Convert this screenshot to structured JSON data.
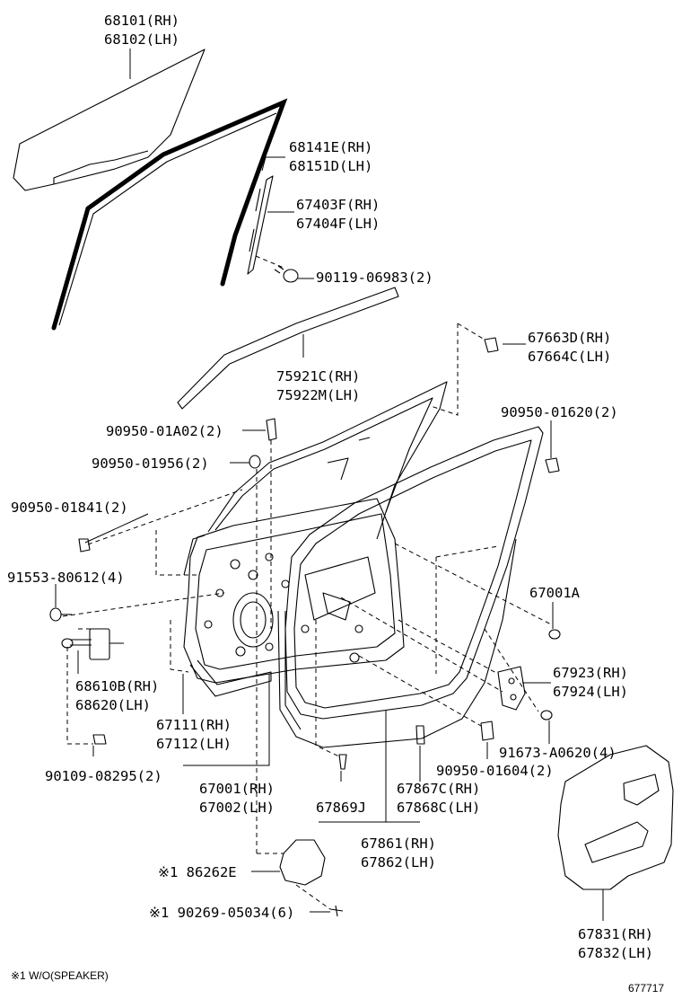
{
  "labels": {
    "glass_rh": "68101(RH)",
    "glass_lh": "68102(LH)",
    "run_rh": "68141E(RH)",
    "run_lh": "68151D(LH)",
    "sash_rh": "67403F(RH)",
    "sash_lh": "67404F(LH)",
    "bolt_sash": "90119-06983(2)",
    "weather_rh": "75921C(RH)",
    "weather_lh": "75922M(LH)",
    "cover_rh": "67663D(RH)",
    "cover_lh": "67664C(LH)",
    "clip_a02": "90950-01A02(2)",
    "clip_1620": "90950-01620(2)",
    "clip_1956": "90950-01956(2)",
    "clip_1841": "90950-01841(2)",
    "screw_91553": "91553-80612(4)",
    "plug_67001a": "67001A",
    "hinge_rh": "68610B(RH)",
    "hinge_lh": "68620(LH)",
    "striker_rh": "67923(RH)",
    "striker_lh": "67924(LH)",
    "weatherstrip_rh": "67111(RH)",
    "weatherstrip_lh": "67112(LH)",
    "screw_91673": "91673-A0620(4)",
    "clip_1604": "90950-01604(2)",
    "bolt_90109": "90109-08295(2)",
    "panel_rh": "67001(RH)",
    "panel_lh": "67002(LH)",
    "clip_67869j": "67869J",
    "clip_67867c": "67867C(RH)",
    "clip_67868c": "67868C(LH)",
    "seal_rh": "67861(RH)",
    "seal_lh": "67862(LH)",
    "speaker_cover": "※1 86262E",
    "speaker_screw": "※1 90269-05034(6)",
    "hole_rh": "67831(RH)",
    "hole_lh": "67832(LH)",
    "footnote": "※1 W/O(SPEAKER)",
    "diagram_id": "677717"
  }
}
